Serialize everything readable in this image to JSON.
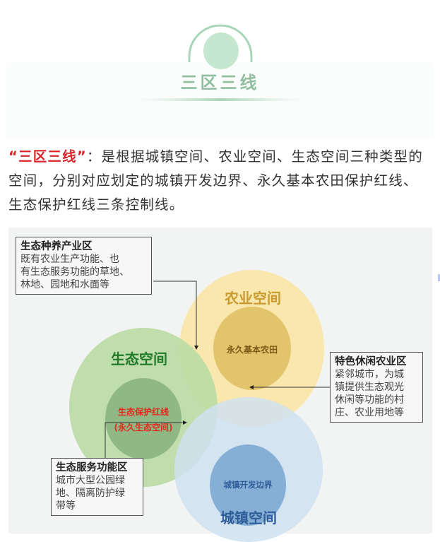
{
  "banner": {
    "title": "三区三线",
    "accent_color": "#8fbf9f"
  },
  "intro": {
    "highlight": "“三区三线”",
    "text": "：是根据城镇空间、农业空间、生态空间三种类型的空间，分别对应划定的城镇开发边界、永久基本农田保护红线、生态保护红线三条控制线。"
  },
  "diagram": {
    "spaces": [
      {
        "name": "农业空间",
        "core": "永久基本农田",
        "outer_color": "#fbe6a8",
        "inner_color": "#e2c46c",
        "label_color": "#c99a2e"
      },
      {
        "name": "生态空间",
        "core": "生态保护红线\n(永久生态空间)",
        "outer_color": "#b9dba4",
        "inner_color": "#8fb885",
        "label_color": "#1f7a2a"
      },
      {
        "name": "城镇空间",
        "core": "城镇开发边界",
        "outer_color": "#cfe1f0",
        "inner_color": "#86afd6",
        "label_color": "#2f5d9a"
      }
    ],
    "callouts": [
      {
        "title": "生态种养产业区",
        "body": "既有农业生产功能、也\n有生态服务功能的草地、\n林地、园地和水面等"
      },
      {
        "title": "特色休闲农业区",
        "body": "紧邻城市，为城\n镇提供生态观光\n休闲等功能的村\n庄、农业用地等"
      },
      {
        "title": "生态服务功能区",
        "body": "城市大型公园绿\n地、隔离防护绿\n带等"
      }
    ]
  }
}
